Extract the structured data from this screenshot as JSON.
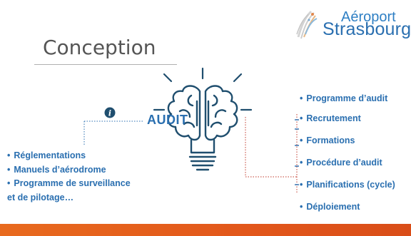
{
  "slide": {
    "title": "Conception",
    "logo": {
      "line1": "Aéroport",
      "line2": "Strasbourg"
    },
    "center_label": "AUDIT",
    "left_items": [
      "Réglementations",
      "Manuels d’aérodrome",
      "Programme de surveillance",
      "et de pilotage…"
    ],
    "right_items": [
      "Programme d’audit",
      "Recrutement",
      "Formations",
      "Procédure d’audit",
      "Planifications (cycle)",
      "Déploiement"
    ],
    "bullet": "•"
  },
  "colors": {
    "text_blue": "#2a6fb0",
    "brain_blue": "#1f4e6e",
    "connector_blue": "#2a6fb0",
    "connector_red": "#c0392b",
    "footer_orange": "#e2571b",
    "title_gray": "#555555"
  },
  "icons": {
    "info": "info-circle-icon",
    "brain": "brain-lightbulb-icon"
  }
}
